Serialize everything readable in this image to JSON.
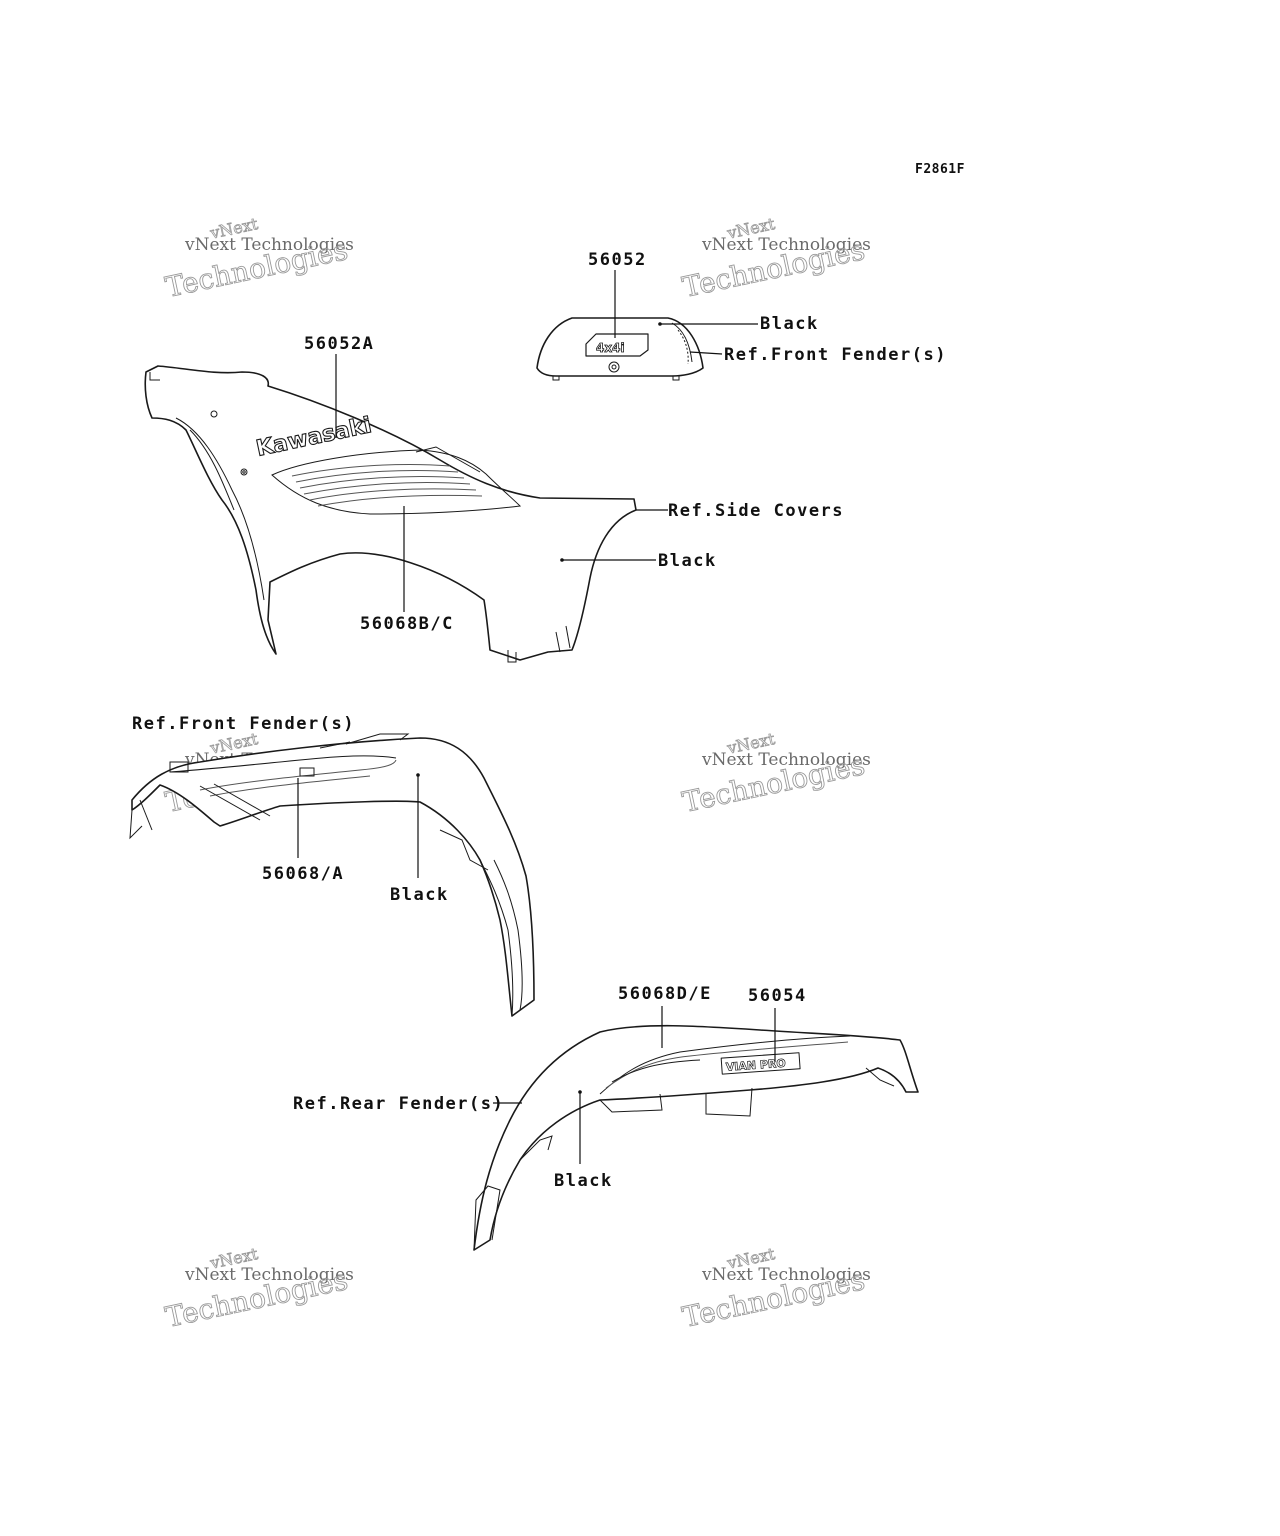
{
  "figure_code": "F2861F",
  "watermark": {
    "line1": "vNext",
    "line2": "vNext Technologies",
    "line3": "Technologies"
  },
  "callouts": {
    "part_56052": "56052",
    "black_1": "Black",
    "ref_front_fender_1": "Ref.Front Fender(s)",
    "part_56052A": "56052A",
    "ref_side_covers": "Ref.Side Covers",
    "black_2": "Black",
    "part_56068BC": "56068B/C",
    "ref_front_fender_2": "Ref.Front Fender(s)",
    "part_56068A": "56068/A",
    "black_3": "Black",
    "part_56068DE": "56068D/E",
    "part_56054": "56054",
    "ref_rear_fender": "Ref.Rear Fender(s)",
    "black_4": "Black"
  },
  "decals": {
    "brand_logo": "Kawasaki",
    "drive_badge": "4x4i",
    "model_badge": "VIAN PRO"
  }
}
